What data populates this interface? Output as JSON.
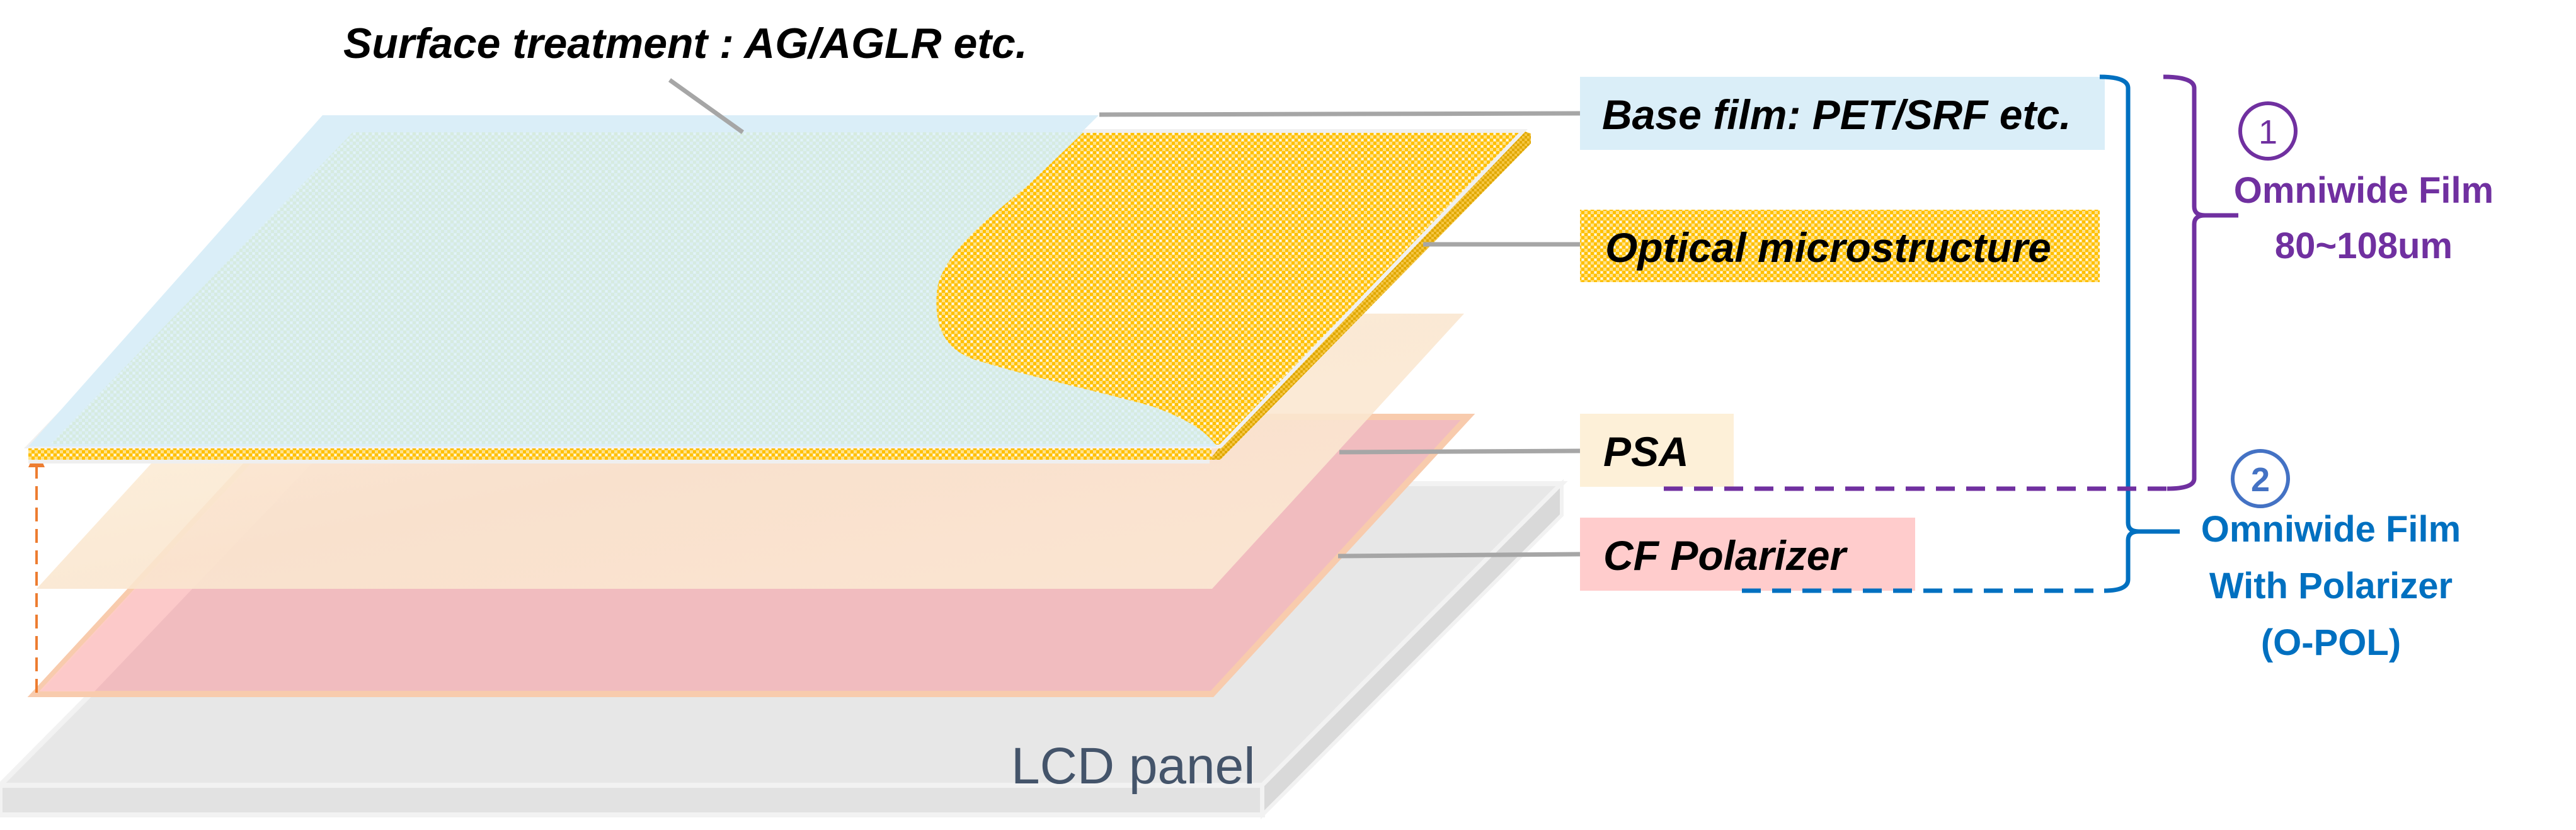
{
  "diagram": {
    "title": "Omniwide film stack structure",
    "callout_top": "Surface treatment : AG/AGLR etc.",
    "panel_label": "LCD panel",
    "layers": [
      {
        "id": "base-film",
        "label": "Base film: PET/SRF etc.",
        "color": "#DAEEF8"
      },
      {
        "id": "optical-microstructure",
        "label": "Optical microstructure",
        "color": "#FFC000"
      },
      {
        "id": "psa",
        "label": "PSA",
        "color": "#FDF0D8"
      },
      {
        "id": "cf-polarizer",
        "label": "CF Polarizer",
        "color": "#FFCCCC"
      }
    ],
    "groups": [
      {
        "number": "1",
        "lines": [
          "Omniwide Film",
          "80~108um"
        ],
        "color": "#7030A0",
        "covers": [
          "Base film",
          "Optical microstructure",
          "PSA"
        ]
      },
      {
        "number": "2",
        "number_color": "#4472C4",
        "lines": [
          "Omniwide Film",
          "With Polarizer",
          "(O-POL)"
        ],
        "color": "#0070C0",
        "covers": [
          "Base film",
          "Optical microstructure",
          "PSA",
          "CF Polarizer"
        ]
      }
    ],
    "colors": {
      "lcd_panel": "#E7E7E7",
      "leader_line": "#A6A6A6",
      "arrow": "#ED7D31",
      "panel_text": "#44546A"
    }
  }
}
